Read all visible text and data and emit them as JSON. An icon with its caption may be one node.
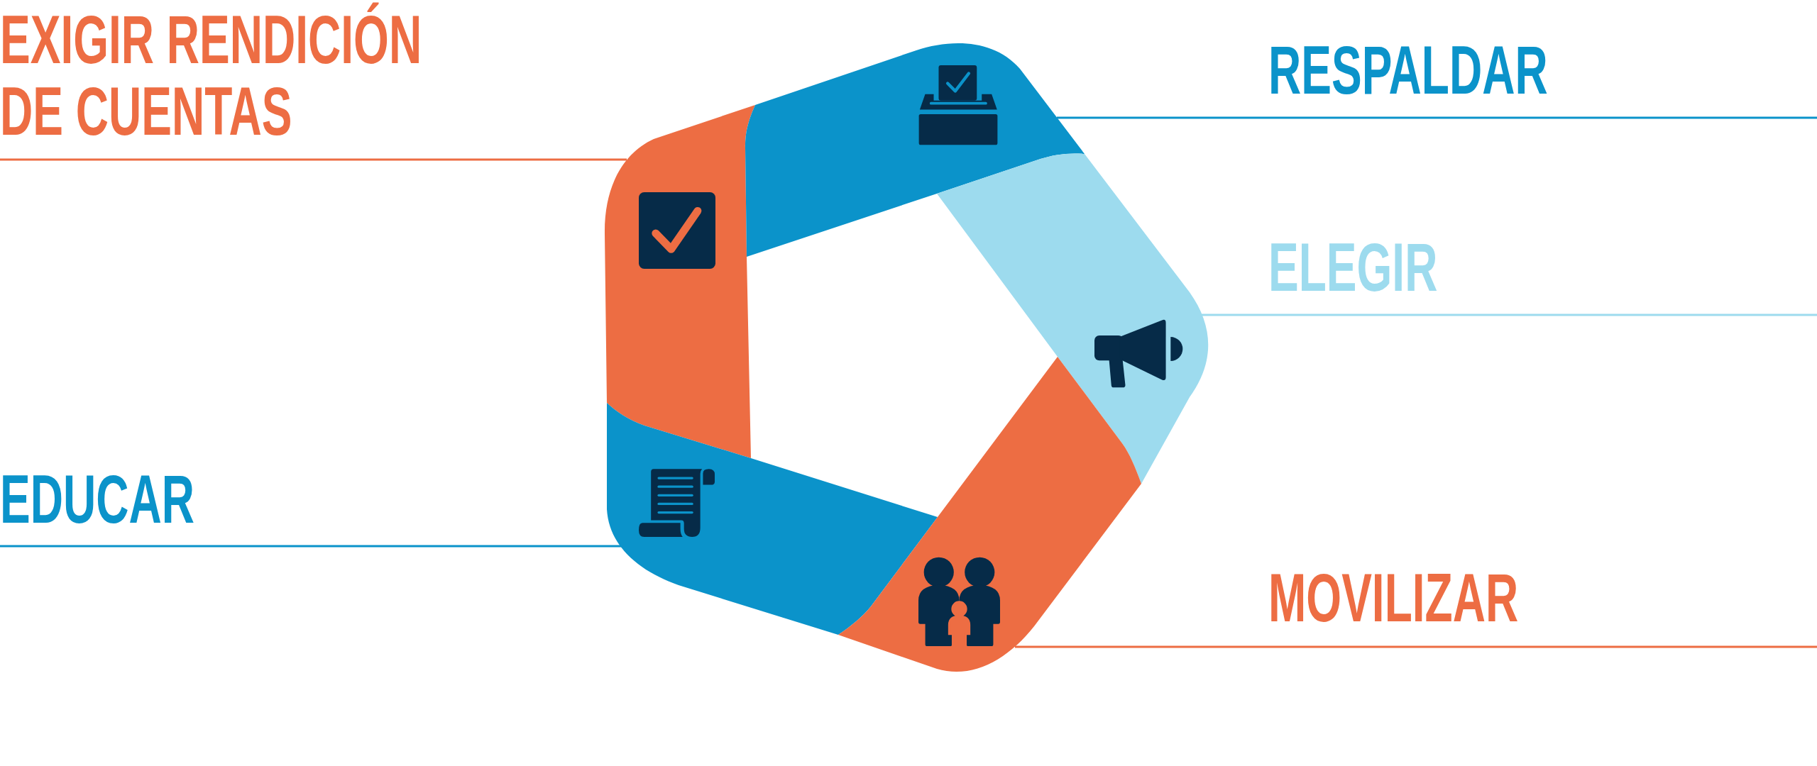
{
  "diagram": {
    "nodes": [
      {
        "text": [
          "EXIGIR RENDICIÓN DE CUENTAS"
        ]
      },
      {
        "text": [],
        "shape": "band"
      },
      {
        "text": [
          "RESPALDAR"
        ]
      },
      {
        "text": [],
        "shape": "band"
      },
      {
        "text": [
          "ELEGIR"
        ]
      },
      {
        "text": [],
        "shape": "band"
      },
      {
        "text": [
          "EDUCAR"
        ]
      },
      {
        "text": [],
        "shape": "band"
      },
      {
        "text": [
          "MOVILIZAR"
        ]
      },
      {
        "text": [],
        "shape": "band"
      }
    ],
    "edges": [
      {
        "from": 0,
        "to": 1,
        "arrow": "none",
        "color": "#ed6d43"
      },
      {
        "from": 2,
        "to": 3,
        "arrow": "none",
        "color": "#0b93ca"
      },
      {
        "from": 4,
        "to": 5,
        "arrow": "none",
        "color": "#9ddbee"
      },
      {
        "from": 6,
        "to": 7,
        "arrow": "none",
        "color": "#0b93ca"
      },
      {
        "from": 8,
        "to": 9,
        "arrow": "none",
        "color": "#ed6d43"
      }
    ]
  }
}
